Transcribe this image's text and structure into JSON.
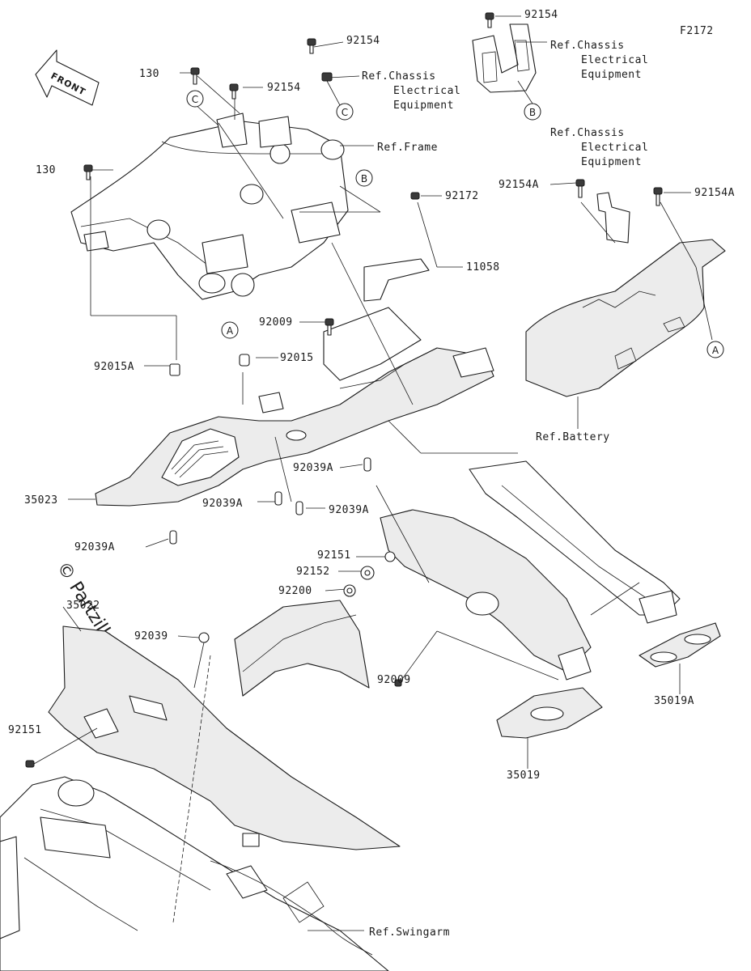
{
  "diagram": {
    "code": "F2172",
    "front_arrow_label": "FRONT",
    "watermark": "© Partzilla.com",
    "labels": {
      "l_92154_top": "92154",
      "l_92154_mid": "92154",
      "l_92154_left": "92154",
      "l_130_top": "130",
      "l_130_left": "130",
      "l_ref_chassis_1_a": "Ref.Chassis",
      "l_ref_chassis_1_b": "Electrical",
      "l_ref_chassis_1_c": "Equipment",
      "l_ref_chassis_2_a": "Ref.Chassis",
      "l_ref_chassis_2_b": "Electrical",
      "l_ref_chassis_2_c": "Equipment",
      "l_ref_chassis_3_a": "Ref.Chassis",
      "l_ref_chassis_3_b": "Electrical",
      "l_ref_chassis_3_c": "Equipment",
      "l_ref_frame": "Ref.Frame",
      "l_92154A_left": "92154A",
      "l_92154A_right": "92154A",
      "l_92172": "92172",
      "l_11058": "11058",
      "l_92009_top": "92009",
      "l_92015": "92015",
      "l_92015A": "92015A",
      "l_ref_battery": "Ref.Battery",
      "l_92039A_1": "92039A",
      "l_92039A_2": "92039A",
      "l_92039A_3": "92039A",
      "l_92039A_4": "92039A",
      "l_35023": "35023",
      "l_92151_top": "92151",
      "l_92152": "92152",
      "l_92200": "92200",
      "l_35022": "35022",
      "l_92039": "92039",
      "l_92009_bottom": "92009",
      "l_92151_left": "92151",
      "l_35019A": "35019A",
      "l_35019": "35019",
      "l_ref_swingarm": "Ref.Swingarm"
    },
    "refs": {
      "c_top": "C",
      "c_top2": "C",
      "b_top": "B",
      "b_mid": "B",
      "a_left": "A",
      "a_right": "A"
    }
  }
}
